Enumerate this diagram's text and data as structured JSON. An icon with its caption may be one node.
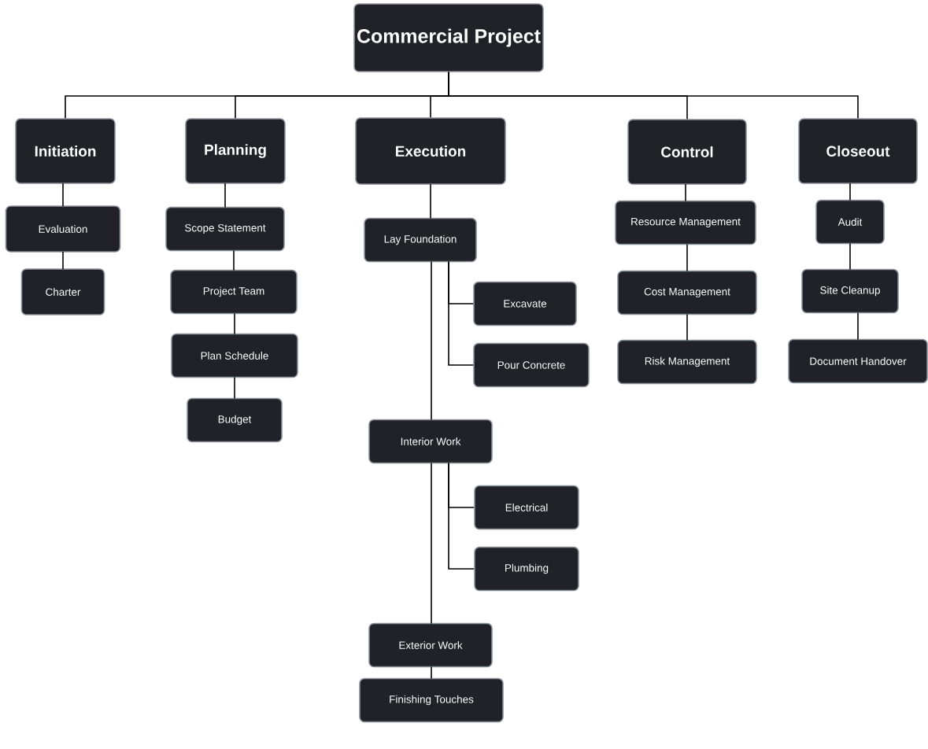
{
  "diagram": {
    "nodes": [
      {
        "text": [
          "Commercial Project"
        ]
      },
      {
        "text": [
          "Initiation"
        ]
      },
      {
        "text": [
          "Planning"
        ]
      },
      {
        "text": [
          "Execution"
        ]
      },
      {
        "text": [
          "Control"
        ]
      },
      {
        "text": [
          "Closeout"
        ]
      },
      {
        "text": [
          "Evaluation"
        ]
      },
      {
        "text": [
          "Charter"
        ]
      },
      {
        "text": [
          "Scope Statement"
        ]
      },
      {
        "text": [
          "Project Team"
        ]
      },
      {
        "text": [
          "Plan Schedule"
        ]
      },
      {
        "text": [
          "Budget"
        ]
      },
      {
        "text": [
          "Lay Foundation"
        ]
      },
      {
        "text": [
          "Excavate"
        ]
      },
      {
        "text": [
          "Pour Concrete"
        ]
      },
      {
        "text": [
          "Interior Work"
        ]
      },
      {
        "text": [
          "Electrical"
        ]
      },
      {
        "text": [
          "Plumbing"
        ]
      },
      {
        "text": [
          "Exterior Work"
        ]
      },
      {
        "text": [
          "Finishing Touches"
        ]
      },
      {
        "text": [
          "Resource Management"
        ]
      },
      {
        "text": [
          "Cost Management"
        ]
      },
      {
        "text": [
          "Risk Management"
        ]
      },
      {
        "text": [
          "Audit"
        ]
      },
      {
        "text": [
          "Site Cleanup"
        ]
      },
      {
        "text": [
          "Document Handover"
        ]
      }
    ],
    "edges": [
      {
        "from": 0,
        "to": 1,
        "arrow": "none"
      },
      {
        "from": 0,
        "to": 2,
        "arrow": "none"
      },
      {
        "from": 0,
        "to": 3,
        "arrow": "none"
      },
      {
        "from": 0,
        "to": 4,
        "arrow": "none"
      },
      {
        "from": 0,
        "to": 5,
        "arrow": "none"
      },
      {
        "from": 1,
        "to": 6,
        "arrow": "none"
      },
      {
        "from": 6,
        "to": 7,
        "arrow": "none"
      },
      {
        "from": 2,
        "to": 8,
        "arrow": "none"
      },
      {
        "from": 8,
        "to": 9,
        "arrow": "none"
      },
      {
        "from": 9,
        "to": 10,
        "arrow": "none"
      },
      {
        "from": 10,
        "to": 11,
        "arrow": "none"
      },
      {
        "from": 3,
        "to": 12,
        "arrow": "none"
      },
      {
        "from": 12,
        "to": 13,
        "arrow": "none"
      },
      {
        "from": 12,
        "to": 14,
        "arrow": "none"
      },
      {
        "from": 12,
        "to": 15,
        "arrow": "none"
      },
      {
        "from": 15,
        "to": 16,
        "arrow": "none"
      },
      {
        "from": 15,
        "to": 17,
        "arrow": "none"
      },
      {
        "from": 15,
        "to": 18,
        "arrow": "none"
      },
      {
        "from": 18,
        "to": 19,
        "arrow": "none"
      },
      {
        "from": 4,
        "to": 20,
        "arrow": "none"
      },
      {
        "from": 20,
        "to": 21,
        "arrow": "none"
      },
      {
        "from": 21,
        "to": 22,
        "arrow": "none"
      },
      {
        "from": 5,
        "to": 23,
        "arrow": "none"
      },
      {
        "from": 23,
        "to": 24,
        "arrow": "none"
      },
      {
        "from": 24,
        "to": 25,
        "arrow": "none"
      }
    ]
  }
}
